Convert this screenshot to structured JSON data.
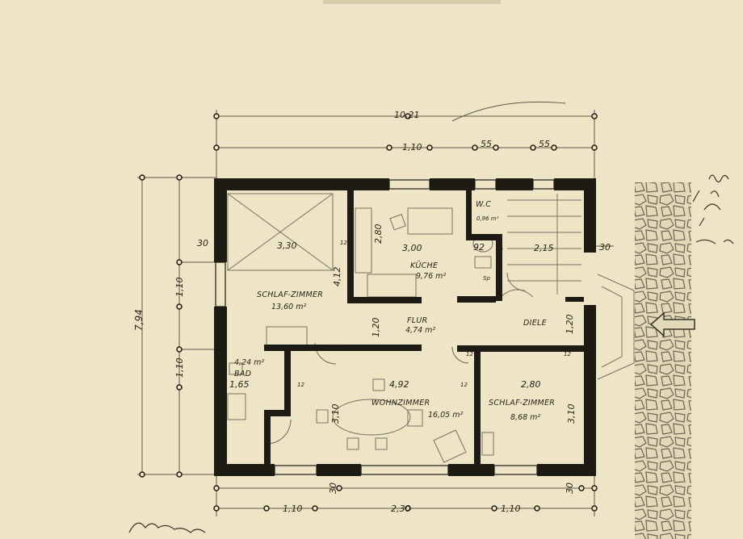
{
  "plan": {
    "dimensions": {
      "overall_width": "10,21",
      "overall_depth": "7,94",
      "top_window_1": "1,10",
      "top_window_2": "55",
      "top_window_3": "55",
      "left_upper": "1,10",
      "left_lower": "1,10",
      "bottom_left": "1,10",
      "bottom_mid": "2,30",
      "bottom_right": "1,10",
      "wall_left": "30",
      "wall_right": "30",
      "wall_bottom_left": "30",
      "wall_bottom_right": "30",
      "inner_12_a": "12",
      "inner_12_b": "12",
      "inner_12_c": "12",
      "inner_12_d": "12",
      "inner_12_e": "12",
      "inner_12_f": "12",
      "inner_12_g": "12",
      "bedroom_width": "3,30",
      "bedroom_depth": "4,12",
      "kitchen_upper": "2,80",
      "kitchen_width": "3,00",
      "wc_gap": "92",
      "stair_width": "2,15",
      "hall_depth": "1,20",
      "entry_depth": "1,20",
      "bath_width": "1,65",
      "living_width": "4,92",
      "living_depth": "3,10",
      "bedroom2_width": "2,80",
      "bedroom2_depth": "3,10"
    },
    "rooms": {
      "bedroom_name": "SCHLAF-ZIMMER",
      "bedroom_area": "13,60 m²",
      "kitchen_name": "KÜCHE",
      "kitchen_area": "9,76 m²",
      "wc_name": "W.C",
      "wc_area": "0,96 m²",
      "shower_name": "Sp",
      "flur_name": "FLUR",
      "flur_area": "4,74 m²",
      "diele_name": "DIELE",
      "bath_area": "4,24 m²",
      "bath_name": "BAD",
      "living_name": "WOHNZIMMER",
      "living_area": "16,05 m²",
      "bedroom2_name": "SCHLAF-ZIMMER",
      "bedroom2_area": "8,68 m²"
    }
  },
  "colors": {
    "paper": "#ede5c6",
    "ink": "#1e1a14",
    "pencil": "#6d6553",
    "cobble": "#c7bfa4"
  }
}
